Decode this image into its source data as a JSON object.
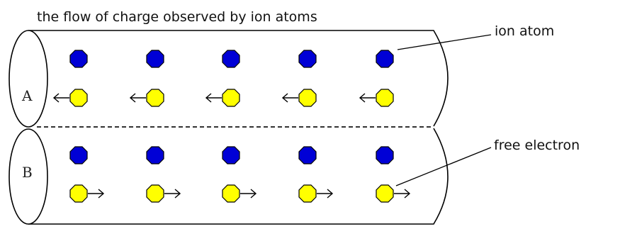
{
  "title": "the flow of charge observed by ion atoms",
  "cylinders": [
    {
      "end_label": "A",
      "electron_direction": "left",
      "ion_count": 5,
      "electron_count": 5
    },
    {
      "end_label": "B",
      "electron_direction": "right",
      "ion_count": 5,
      "electron_count": 5
    }
  ],
  "callouts": {
    "ion_label": "ion atom",
    "electron_label": "free electron"
  },
  "colors": {
    "ion_fill": "#0000d6",
    "electron_fill": "#ffff00",
    "outline": "#000000",
    "divider": "#333333"
  }
}
